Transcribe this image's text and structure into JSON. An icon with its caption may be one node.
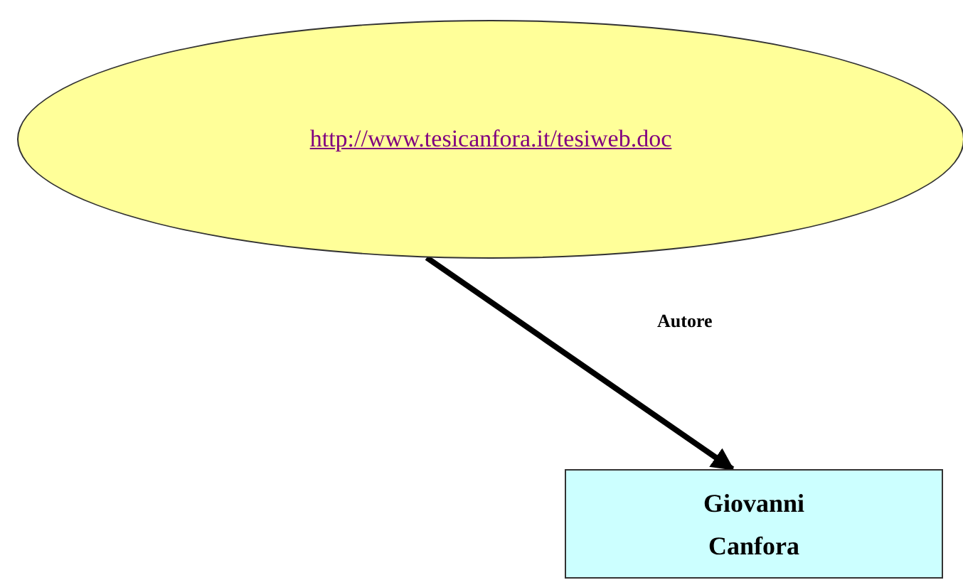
{
  "diagram": {
    "nodes": [
      {
        "text": [
          "http://www.tesicanfora.it/tesiweb.doc"
        ]
      },
      {
        "text": [
          "Giovanni Canfora"
        ]
      }
    ],
    "edges": [
      {
        "from": 0,
        "to": 1,
        "arrow": "to",
        "label": "Autore"
      }
    ]
  }
}
